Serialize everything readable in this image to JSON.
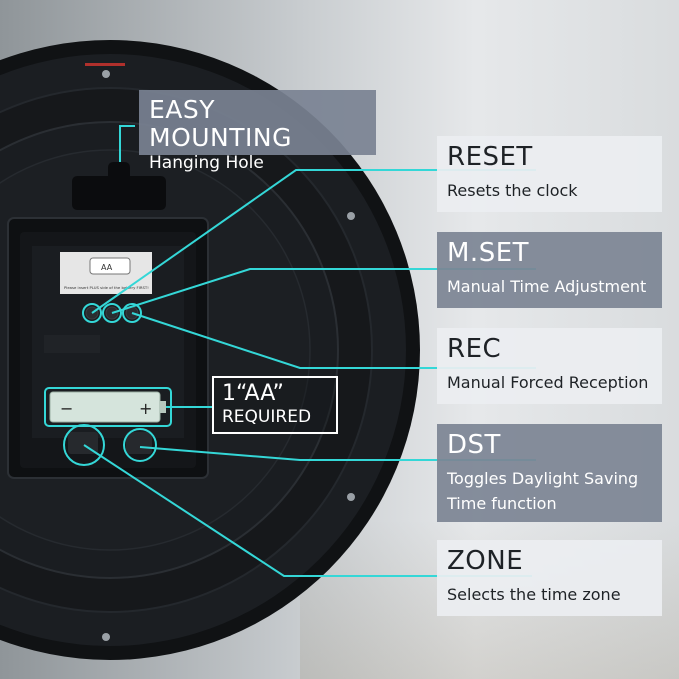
{
  "colors": {
    "accent": "#34d7d7",
    "clock_body": "#16181b",
    "dark_panel": "#7c8494",
    "light_panel": "#ebeef1"
  },
  "mounting": {
    "title": "EASY MOUNTING",
    "subtitle": "Hanging Hole"
  },
  "battery": {
    "count": "1“AA”",
    "required": "REQUIRED",
    "minus": "−",
    "plus": "+"
  },
  "sticker": {
    "battery_label": "AA",
    "note": "Please insert PLUS side of the battery FIRST!"
  },
  "labels": [
    {
      "title": "RESET",
      "desc": "Resets the clock"
    },
    {
      "title": "M.SET",
      "desc": "Manual Time Adjustment"
    },
    {
      "title": "REC",
      "desc": "Manual Forced Reception"
    },
    {
      "title": "DST",
      "desc": "Toggles Daylight Saving",
      "desc2": "Time function"
    },
    {
      "title": "ZONE",
      "desc": "Selects the time zone"
    }
  ]
}
